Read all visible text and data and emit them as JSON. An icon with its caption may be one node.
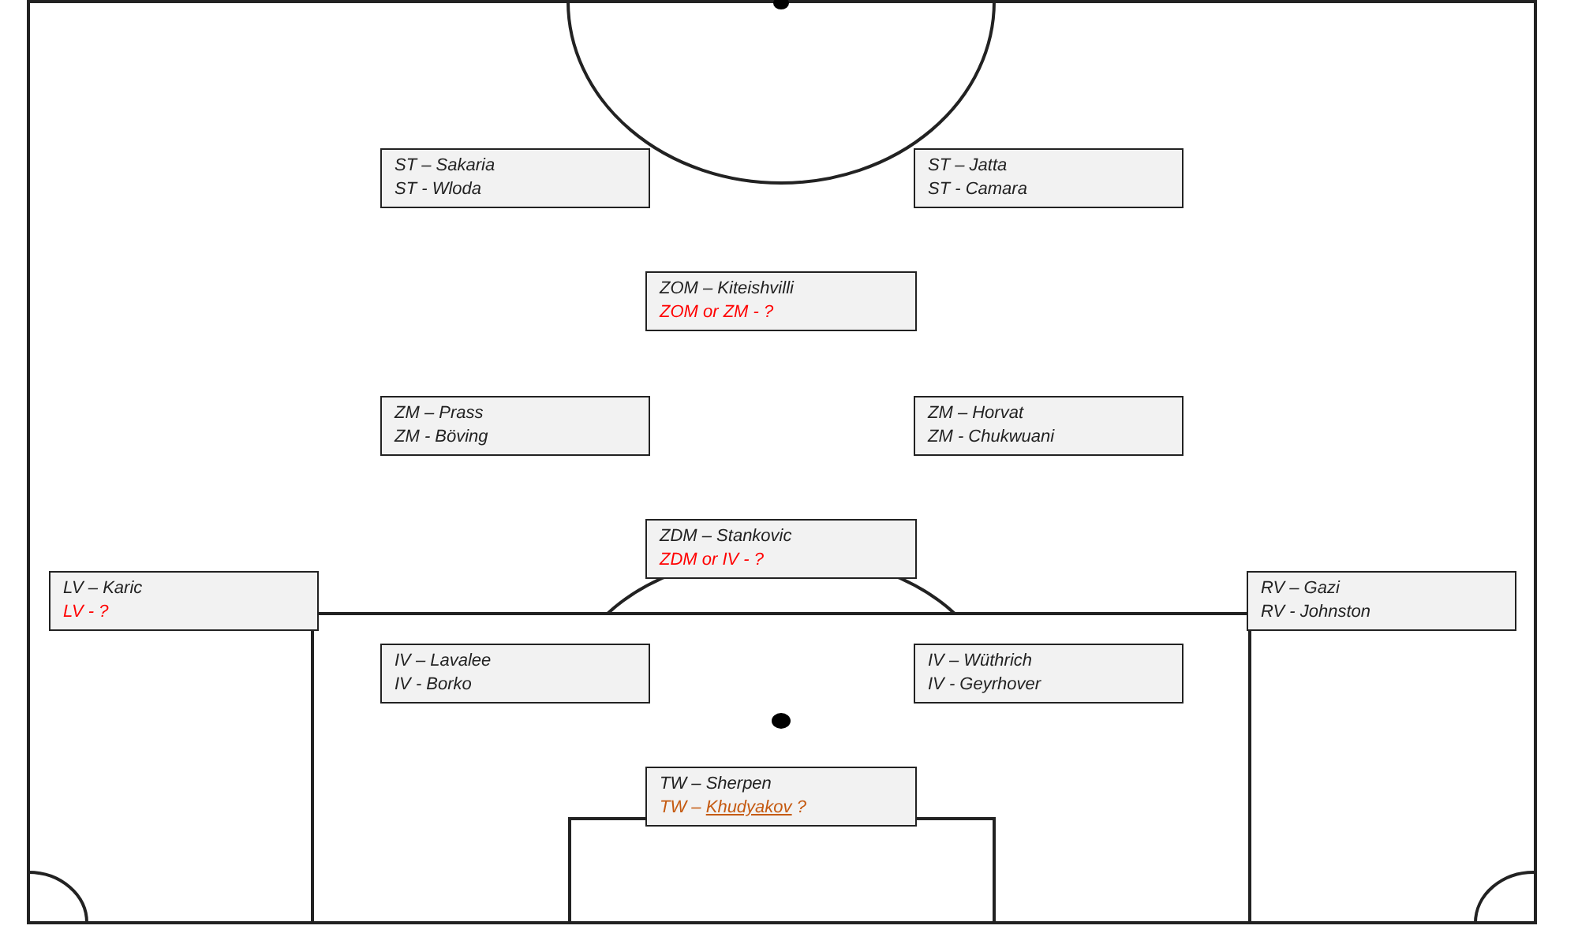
{
  "diagram": {
    "nodes": [
      {
        "text": [
          "ST – Sakaria",
          "ST - Wloda"
        ]
      },
      {
        "text": [
          "ST – Jatta",
          "ST - Camara"
        ]
      },
      {
        "text": [
          "ZOM – Kiteishvilli",
          "ZOM or ZM - ?"
        ]
      },
      {
        "text": [
          "ZM – Prass",
          "ZM - Böving"
        ]
      },
      {
        "text": [
          "ZM – Horvat",
          "ZM - Chukwuani"
        ]
      },
      {
        "text": [
          "ZDM – Stankovic",
          "ZDM or IV - ?"
        ]
      },
      {
        "text": [
          "LV – Karic",
          "LV - ?"
        ]
      },
      {
        "text": [
          "RV – Gazi",
          "RV - Johnston"
        ]
      },
      {
        "text": [
          "IV – Lavalee",
          "IV - Borko"
        ]
      },
      {
        "text": [
          "IV – Wüthrich",
          "IV - Geyrhover"
        ]
      },
      {
        "text": [
          "TW – Sherpen",
          "TW – Khudyakov ?"
        ]
      }
    ]
  }
}
